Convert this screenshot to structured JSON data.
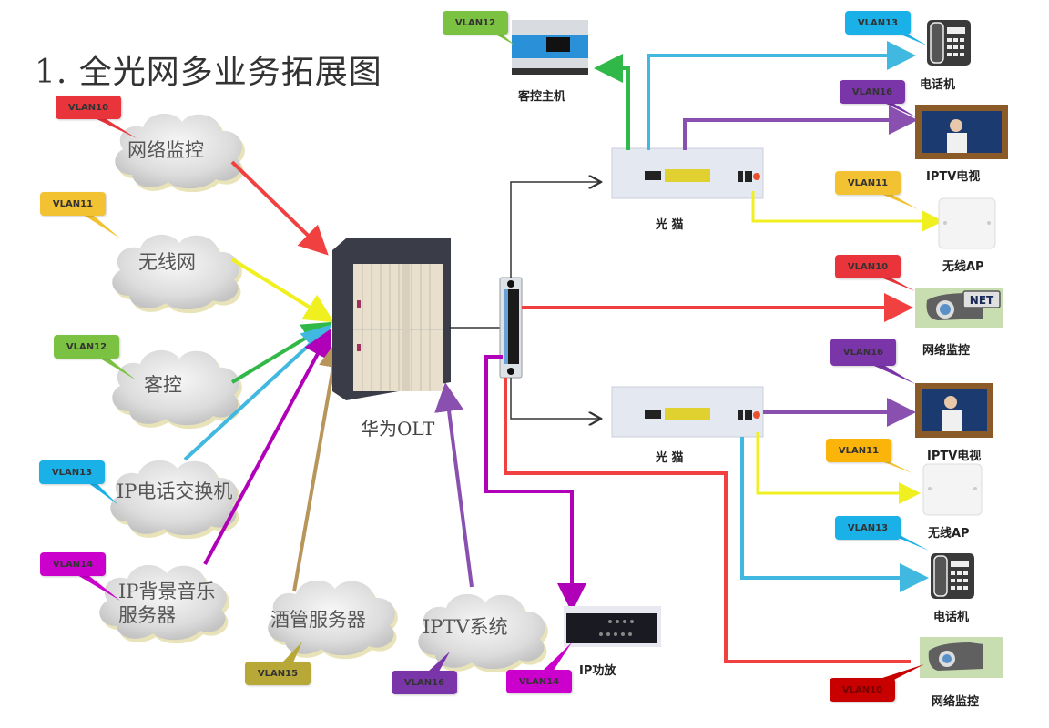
{
  "title": "1. 全光网多业务拓展图",
  "colors": {
    "vlan10": "#e8343a",
    "vlan11": "#f2c232",
    "vlan12": "#7cc242",
    "vlan13": "#1ab0e8",
    "vlan14": "#cc00cc",
    "vlan15": "#b8a838",
    "vlan16": "#7a35a8",
    "line_red": "#f04040",
    "line_yellow": "#f0f020",
    "line_green": "#30b848",
    "line_cyan": "#40b8e0",
    "line_magenta": "#b000b8",
    "line_tan": "#b8955a",
    "line_purple": "#8a50b0",
    "line_black": "#333333"
  },
  "sources": [
    {
      "id": "monitor",
      "label": "网络监控",
      "vlan": "VLAN10"
    },
    {
      "id": "wifi",
      "label": "无线网",
      "vlan": "VLAN11"
    },
    {
      "id": "guest",
      "label": "客控",
      "vlan": "VLAN12"
    },
    {
      "id": "ippbx",
      "label": "IP电话交换机",
      "vlan": "VLAN13"
    },
    {
      "id": "music",
      "label_line1": "IP背景音乐",
      "label_line2": "服务器",
      "vlan": "VLAN14"
    },
    {
      "id": "bar",
      "label": "酒管服务器",
      "vlan": "VLAN15"
    },
    {
      "id": "iptv",
      "label": "IPTV系统",
      "vlan": "VLAN16"
    }
  ],
  "core": {
    "olt_label": "华为OLT"
  },
  "devices": {
    "guest_host": {
      "label": "客控主机",
      "vlan": "VLAN12"
    },
    "onu1": {
      "label": "光 猫"
    },
    "onu2": {
      "label": "光 猫"
    },
    "phone1": {
      "label": "电话机",
      "vlan": "VLAN13"
    },
    "tv1": {
      "label": "IPTV电视",
      "vlan": "VLAN16"
    },
    "ap1": {
      "label": "无线AP",
      "vlan": "VLAN11"
    },
    "cam1": {
      "label": "网络监控",
      "vlan": "VLAN10"
    },
    "tv2": {
      "label": "IPTV电视",
      "vlan": "VLAN16"
    },
    "ap2": {
      "label": "无线AP",
      "vlan": "VLAN11"
    },
    "phone2": {
      "label": "电话机",
      "vlan": "VLAN13"
    },
    "amp": {
      "label": "IP功放",
      "vlan": "VLAN14"
    },
    "cam2": {
      "label": "网络监控",
      "vlan": "VLAN10"
    }
  },
  "camera_badge": "NET"
}
